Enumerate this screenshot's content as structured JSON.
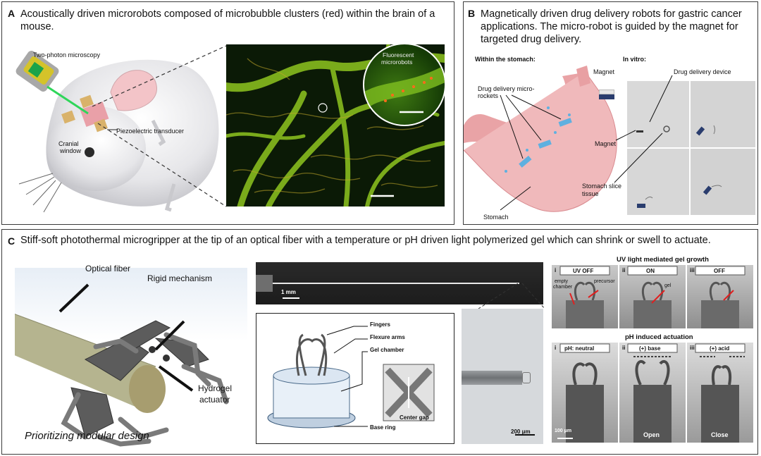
{
  "panel_a": {
    "label": "A",
    "title": "Acoustically driven microrobots composed of microbubble clusters (red) within the brain of a mouse.",
    "two_photon": "Two-photon microscopy",
    "piezo": "Piezoelectric transducer",
    "cranial": "Cranial",
    "window": "window",
    "fluorescent_1": "Fluorescent",
    "fluorescent_2": "microrobots"
  },
  "panel_b": {
    "label": "B",
    "title": "Magnetically driven drug delivery robots for gastric cancer applications. The micro-robot is guided by the magnet for targeted drug delivery.",
    "within": "Within the stomach:",
    "rockets_1": "Drug delivery micro-",
    "rockets_2": "rockets",
    "magnet_top": "Magnet",
    "in_vitro": "In vitro:",
    "device": "Drug delivery device",
    "magnet_side": "Magnet",
    "slice_1": "Stomach slice",
    "slice_2": "tissue",
    "stomach": "Stomach"
  },
  "panel_c": {
    "label": "C",
    "title": "Stiff-soft photothermal microgripper at the tip of an optical fiber with a temperature or pH driven light polymerized gel which can shrink or swell to actuate.",
    "optical_fiber": "Optical fiber",
    "rigid": "Rigid mechanism",
    "hydrogel_1": "Hydrogel",
    "hydrogel_2": "actuator",
    "modular": "Prioritizing modular design",
    "scale_1mm": "1 mm",
    "fingers": "Fingers",
    "flexure": "Flexure arms",
    "gel_chamber": "Gel chamber",
    "center_gap": "Center gap",
    "base_ring": "Base ring",
    "scale_200": "200 μm",
    "uv_title": "UV light mediated gel growth",
    "uv_1_num": "i",
    "uv_1": "UV OFF",
    "uv_2_num": "ii",
    "uv_2": "ON",
    "uv_3_num": "iii",
    "uv_3": "OFF",
    "empty_1": "empty",
    "empty_2": "chamber",
    "precursor": "precursor",
    "gel": "gel",
    "ph_title": "pH induced actuation",
    "ph_1_num": "i",
    "ph_1": "pH: neutral",
    "ph_2_num": "ii",
    "ph_2": "(+) base",
    "ph_3_num": "iii",
    "ph_3": "(+) acid",
    "scale_100": "100 μm",
    "open": "Open",
    "close": "Close"
  }
}
